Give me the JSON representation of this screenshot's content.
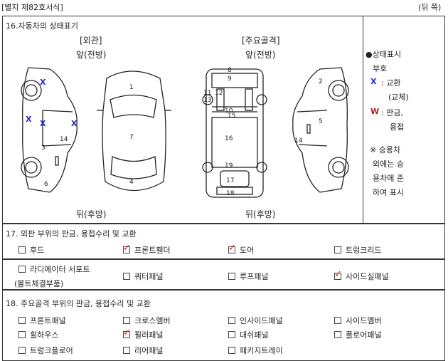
{
  "header": {
    "form_no": "[별지 제82호서식]",
    "side": "(뒤 쪽)"
  },
  "sec16": {
    "title": "16.자동차의 상태표기",
    "exterior_label": "[외관]",
    "frame_label": "[주요골격]",
    "front": "앞(전방)",
    "rear": "뒤(후방)",
    "ext_numbers": [
      "1",
      "2",
      "3",
      "4",
      "5",
      "6",
      "7",
      "14"
    ],
    "frame_numbers": [
      "8",
      "9",
      "10",
      "11",
      "12",
      "13",
      "14",
      "15",
      "16",
      "17",
      "18",
      "19"
    ],
    "legend": {
      "title": "●상태표시",
      "code": "부호",
      "x_mark": "X",
      "x_text": ": 교환",
      "x_text2": "(교체)",
      "w_mark": "W",
      "w_text": ": 판금,",
      "w_text2": "용접",
      "note1": "※ 승용차",
      "note2": "외에는 승",
      "note3": "용차에 준",
      "note4": "하여 표시"
    }
  },
  "sec17": {
    "title": "17. 외판 부위의 판금, 용접수리 및 교환",
    "items": [
      {
        "label": "후드",
        "checked": false
      },
      {
        "label": "프론트휀더",
        "checked": true
      },
      {
        "label": "도어",
        "checked": true
      },
      {
        "label": "트렁크리드",
        "checked": false
      },
      {
        "label": "라디에이터 서포트",
        "checked": false
      },
      {
        "label": "(볼트체결부품)",
        "checked": false
      },
      {
        "label": "쿼터패널",
        "checked": false
      },
      {
        "label": "루프패널",
        "checked": false
      },
      {
        "label": "사이드실패널",
        "checked": true
      }
    ]
  },
  "sec18": {
    "title": "18. 주요골격 부위의 판금, 용접수리 및 교환",
    "items": [
      {
        "label": "프론트패널",
        "checked": false
      },
      {
        "label": "크로스멤버",
        "checked": false
      },
      {
        "label": "인사이드패널",
        "checked": false
      },
      {
        "label": "사이드멤버",
        "checked": false
      },
      {
        "label": "휠하우스",
        "checked": false
      },
      {
        "label": "필러패널",
        "checked": true
      },
      {
        "label": "대쉬패널",
        "checked": false
      },
      {
        "label": "플로어패널",
        "checked": false
      },
      {
        "label": "트렁크플로어",
        "checked": false
      },
      {
        "label": "리어패널",
        "checked": false
      },
      {
        "label": "패키지트레이",
        "checked": false
      }
    ]
  },
  "colors": {
    "check_red": "#d22222",
    "mark_blue": "#1a2bd6",
    "mark_red": "#c01818"
  }
}
